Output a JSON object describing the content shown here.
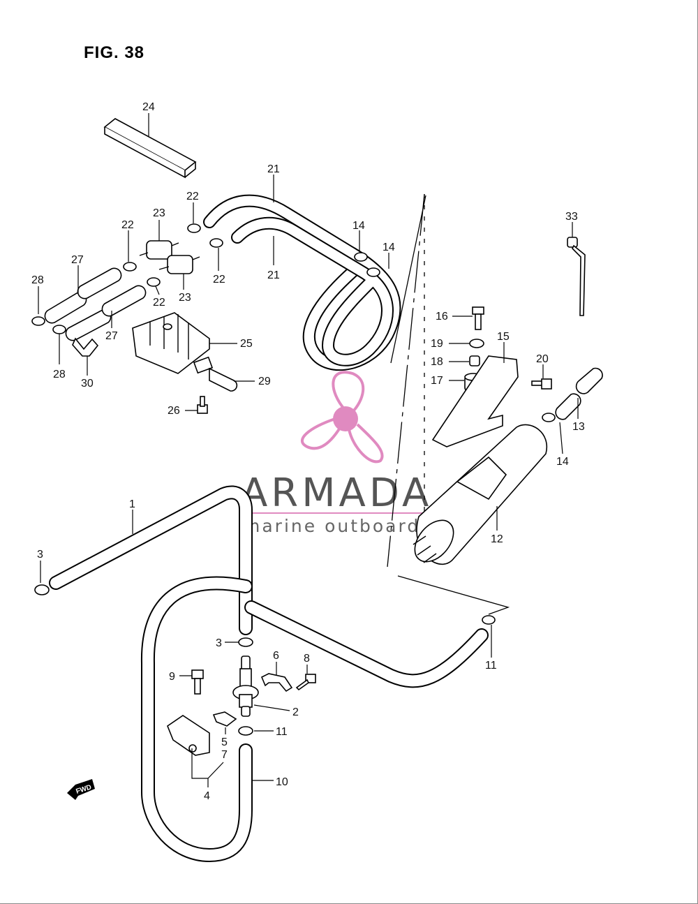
{
  "figure": {
    "title": "FIG. 38"
  },
  "watermark": {
    "brand": "ARMADA",
    "tagline": "marine outboards",
    "brand_color": "#555555",
    "accent_color": "#e08ac0"
  },
  "fwd_badge": "FWD",
  "callouts": {
    "c1": "1",
    "c2": "2",
    "c3a": "3",
    "c3b": "3",
    "c4": "4",
    "c5": "5",
    "c6": "6",
    "c7": "7",
    "c8": "8",
    "c9": "9",
    "c10": "10",
    "c11a": "11",
    "c11b": "11",
    "c12": "12",
    "c13": "13",
    "c14a": "14",
    "c14b": "14",
    "c14c": "14",
    "c15": "15",
    "c16": "16",
    "c17": "17",
    "c18": "18",
    "c19": "19",
    "c20": "20",
    "c21a": "21",
    "c21b": "21",
    "c22a": "22",
    "c22b": "22",
    "c22c": "22",
    "c22d": "22",
    "c23a": "23",
    "c23b": "23",
    "c24": "24",
    "c25": "25",
    "c26": "26",
    "c27a": "27",
    "c27b": "27",
    "c28a": "28",
    "c28b": "28",
    "c29": "29",
    "c30": "30",
    "c33": "33"
  }
}
